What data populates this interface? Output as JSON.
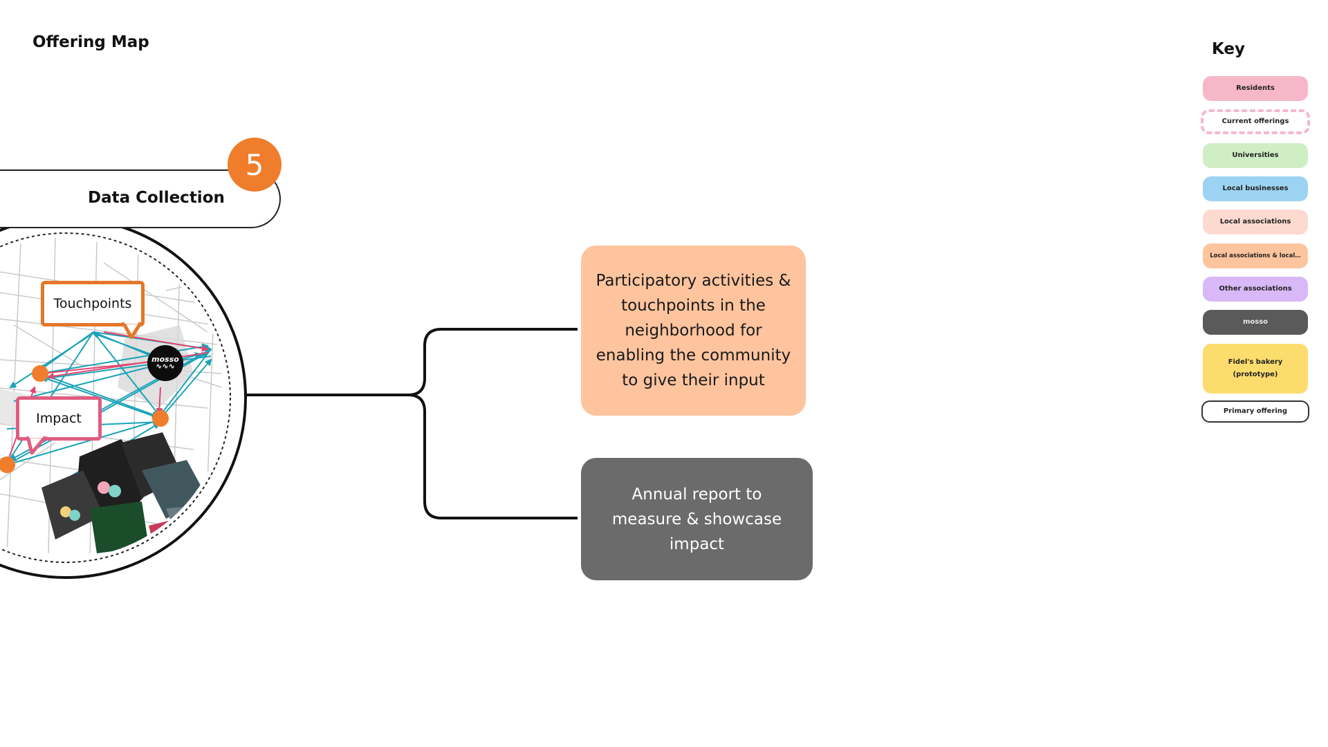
{
  "page_title": "Offering Map",
  "section": {
    "title": "Data Collection",
    "step_number": "5"
  },
  "map": {
    "callouts": {
      "touchpoints": "Touchpoints",
      "impact": "Impact"
    },
    "logo_text": "mosso"
  },
  "cards": [
    {
      "text": "Participatory activities & touchpoints in the neighborhood for enabling the community to give their input",
      "color": "#fdc49e"
    },
    {
      "text": "Annual report to measure & showcase impact",
      "color": "#6b6b6b"
    }
  ],
  "key": {
    "title": "Key",
    "items": [
      {
        "label": "Residents",
        "bg": "#f6b8c8",
        "border": "none"
      },
      {
        "label": "Current offerings",
        "bg": "#ffffff",
        "border": "dashed #f6b8c8"
      },
      {
        "label": "Universities",
        "bg": "#cfeec4",
        "border": "none"
      },
      {
        "label": "Local businesses",
        "bg": "#9dd3f2",
        "border": "none"
      },
      {
        "label": "Local associations",
        "bg": "#fddad0",
        "border": "none"
      },
      {
        "label": "Local associations & local…",
        "bg": "#fdc49e",
        "border": "none"
      },
      {
        "label": "Other associations",
        "bg": "#d9b8f7",
        "border": "none"
      },
      {
        "label": "mosso",
        "bg": "#5a5a5a",
        "border": "none"
      },
      {
        "label": "Fidel's bakery (prototype)",
        "bg": "#fddc6e",
        "border": "none"
      },
      {
        "label": "Primary offering",
        "bg": "#ffffff",
        "border": "solid #333"
      }
    ]
  }
}
